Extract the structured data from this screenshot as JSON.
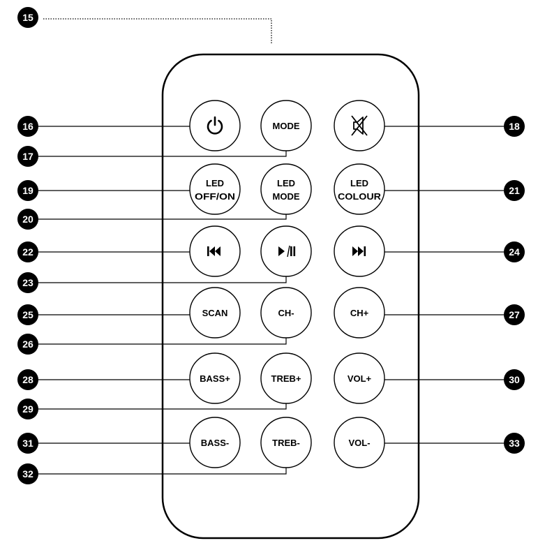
{
  "colors": {
    "ink": "#000000",
    "paper": "#ffffff"
  },
  "remote": {
    "ir_window_callout": "15",
    "buttons": [
      {
        "id": "power",
        "icon": "power-icon",
        "label_lines": [],
        "callout": "16"
      },
      {
        "id": "mode",
        "icon": "",
        "label_lines": [
          "MODE"
        ],
        "callout": "17"
      },
      {
        "id": "mute",
        "icon": "mute-icon",
        "label_lines": [],
        "callout": "18"
      },
      {
        "id": "led-off-on",
        "icon": "",
        "label_lines": [
          "LED",
          "OFF/ON"
        ],
        "callout": "19"
      },
      {
        "id": "led-mode",
        "icon": "",
        "label_lines": [
          "LED",
          "MODE"
        ],
        "callout": "20"
      },
      {
        "id": "led-colour",
        "icon": "",
        "label_lines": [
          "LED",
          "COLOUR"
        ],
        "callout": "21"
      },
      {
        "id": "previous",
        "icon": "previous-track-icon",
        "label_lines": [],
        "callout": "22"
      },
      {
        "id": "play-pause",
        "icon": "play-pause-icon",
        "label_lines": [],
        "callout": "23"
      },
      {
        "id": "next",
        "icon": "next-track-icon",
        "label_lines": [],
        "callout": "24"
      },
      {
        "id": "scan",
        "icon": "",
        "label_lines": [
          "SCAN"
        ],
        "callout": "25"
      },
      {
        "id": "ch-minus",
        "icon": "",
        "label_lines": [
          "CH-"
        ],
        "callout": "26"
      },
      {
        "id": "ch-plus",
        "icon": "",
        "label_lines": [
          "CH+"
        ],
        "callout": "27"
      },
      {
        "id": "bass-plus",
        "icon": "",
        "label_lines": [
          "BASS+"
        ],
        "callout": "28"
      },
      {
        "id": "treb-plus",
        "icon": "",
        "label_lines": [
          "TREB+"
        ],
        "callout": "29"
      },
      {
        "id": "vol-plus",
        "icon": "",
        "label_lines": [
          "VOL+"
        ],
        "callout": "30"
      },
      {
        "id": "bass-minus",
        "icon": "",
        "label_lines": [
          "BASS-"
        ],
        "callout": "31"
      },
      {
        "id": "treb-minus",
        "icon": "",
        "label_lines": [
          "TREB-"
        ],
        "callout": "32"
      },
      {
        "id": "vol-minus",
        "icon": "",
        "label_lines": [
          "VOL-"
        ],
        "callout": "33"
      }
    ]
  }
}
